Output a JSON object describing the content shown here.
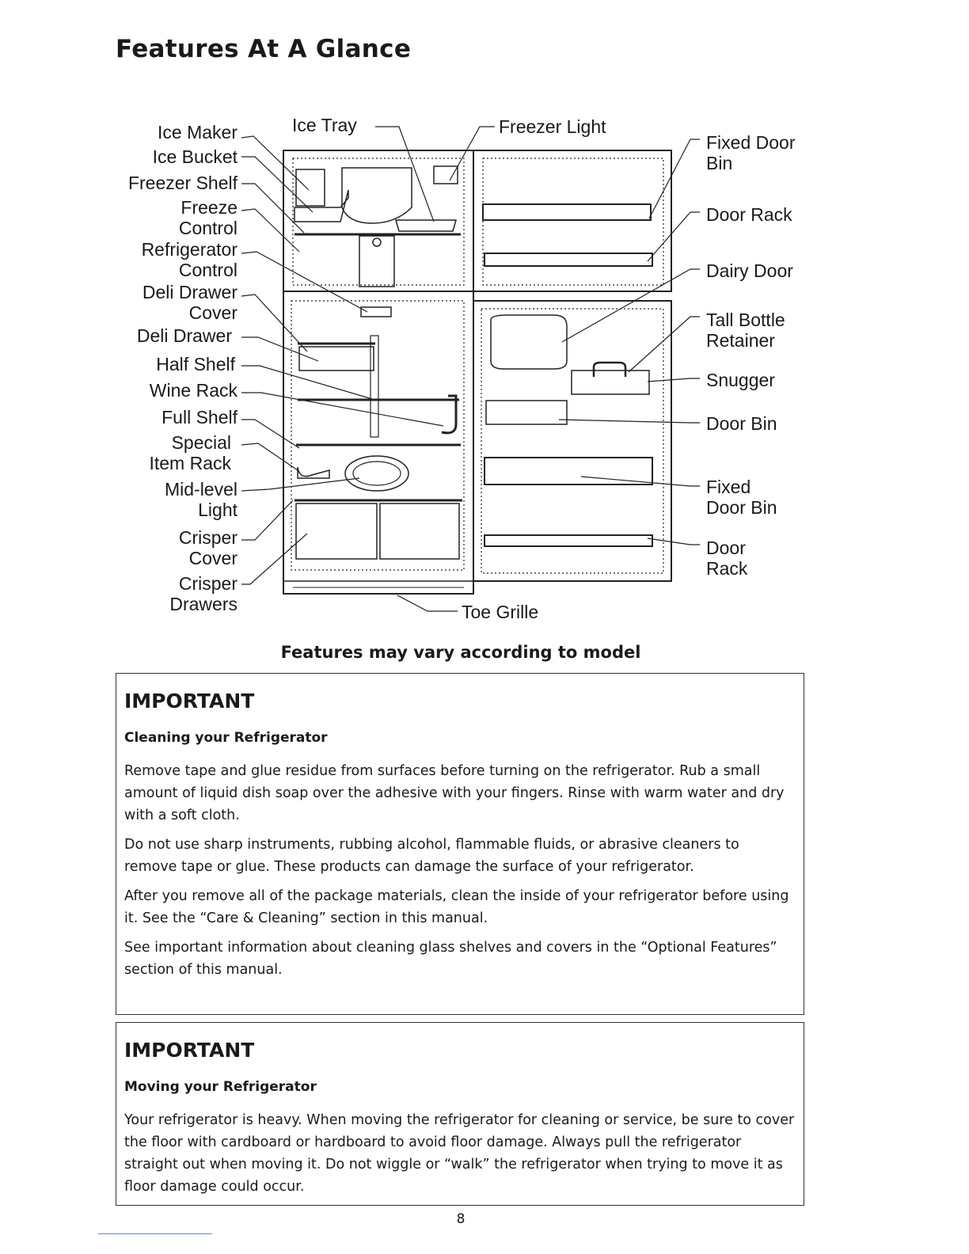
{
  "title": "Features At A Glance",
  "left_labels": [
    {
      "id": "ice-maker",
      "text": "Ice Maker"
    },
    {
      "id": "ice-bucket",
      "text": "Ice Bucket"
    },
    {
      "id": "freezer-shelf",
      "text": "Freezer Shelf"
    },
    {
      "id": "freeze-control",
      "text": "Freeze\nControl"
    },
    {
      "id": "refrigerator-control",
      "text": "Refrigerator\nControl"
    },
    {
      "id": "deli-drawer-cover",
      "text": "Deli Drawer\nCover"
    },
    {
      "id": "deli-drawer",
      "text": "Deli Drawer"
    },
    {
      "id": "half-shelf",
      "text": "Half Shelf"
    },
    {
      "id": "wine-rack",
      "text": "Wine Rack"
    },
    {
      "id": "full-shelf",
      "text": "Full Shelf"
    },
    {
      "id": "special-item-rack",
      "text": "Special\nItem Rack"
    },
    {
      "id": "mid-level-light",
      "text": "Mid-level\nLight"
    },
    {
      "id": "crisper-cover",
      "text": "Crisper\nCover"
    },
    {
      "id": "crisper-drawers",
      "text": "Crisper\nDrawers"
    }
  ],
  "top_labels": [
    {
      "id": "ice-tray",
      "text": "Ice Tray"
    },
    {
      "id": "freezer-light",
      "text": "Freezer Light"
    }
  ],
  "right_labels": [
    {
      "id": "fixed-door-bin-top",
      "text": "Fixed Door\nBin"
    },
    {
      "id": "door-rack-top",
      "text": "Door Rack"
    },
    {
      "id": "dairy-door",
      "text": "Dairy Door"
    },
    {
      "id": "tall-bottle-retainer",
      "text": "Tall Bottle\nRetainer"
    },
    {
      "id": "snugger",
      "text": "Snugger"
    },
    {
      "id": "door-bin",
      "text": "Door Bin"
    },
    {
      "id": "fixed-door-bin-bottom",
      "text": "Fixed\nDoor Bin"
    },
    {
      "id": "door-rack-bottom",
      "text": "Door\nRack"
    }
  ],
  "bottom_labels": [
    {
      "id": "toe-grille",
      "text": "Toe Grille"
    }
  ],
  "diagram_note": "Features may vary according to model",
  "important_boxes": [
    {
      "heading": "IMPORTANT",
      "subheading": "Cleaning your Refrigerator",
      "paragraphs": [
        "Remove tape and glue residue from surfaces before turning on the refrigerator. Rub a small amount of liquid dish soap over the adhesive with your fingers. Rinse with warm water and dry with a soft cloth.",
        "Do not use sharp instruments, rubbing alcohol, flammable fluids, or abrasive cleaners to remove tape or glue. These products can damage the surface of your refrigerator.",
        "After you remove all of the package materials, clean the inside of your refrigerator before using it. See the “Care & Cleaning” section in this manual.",
        "See important information about cleaning glass shelves and covers in the “Optional Features” section of this manual."
      ]
    },
    {
      "heading": "IMPORTANT",
      "subheading": "Moving your Refrigerator",
      "paragraphs": [
        "Your refrigerator is heavy. When moving the refrigerator for cleaning or service, be sure to cover the floor with cardboard or hardboard to avoid floor damage. Always pull the refrigerator straight out when moving it. Do not wiggle or “walk” the refrigerator when trying to move it as floor damage could occur."
      ]
    }
  ],
  "page_number": "8"
}
